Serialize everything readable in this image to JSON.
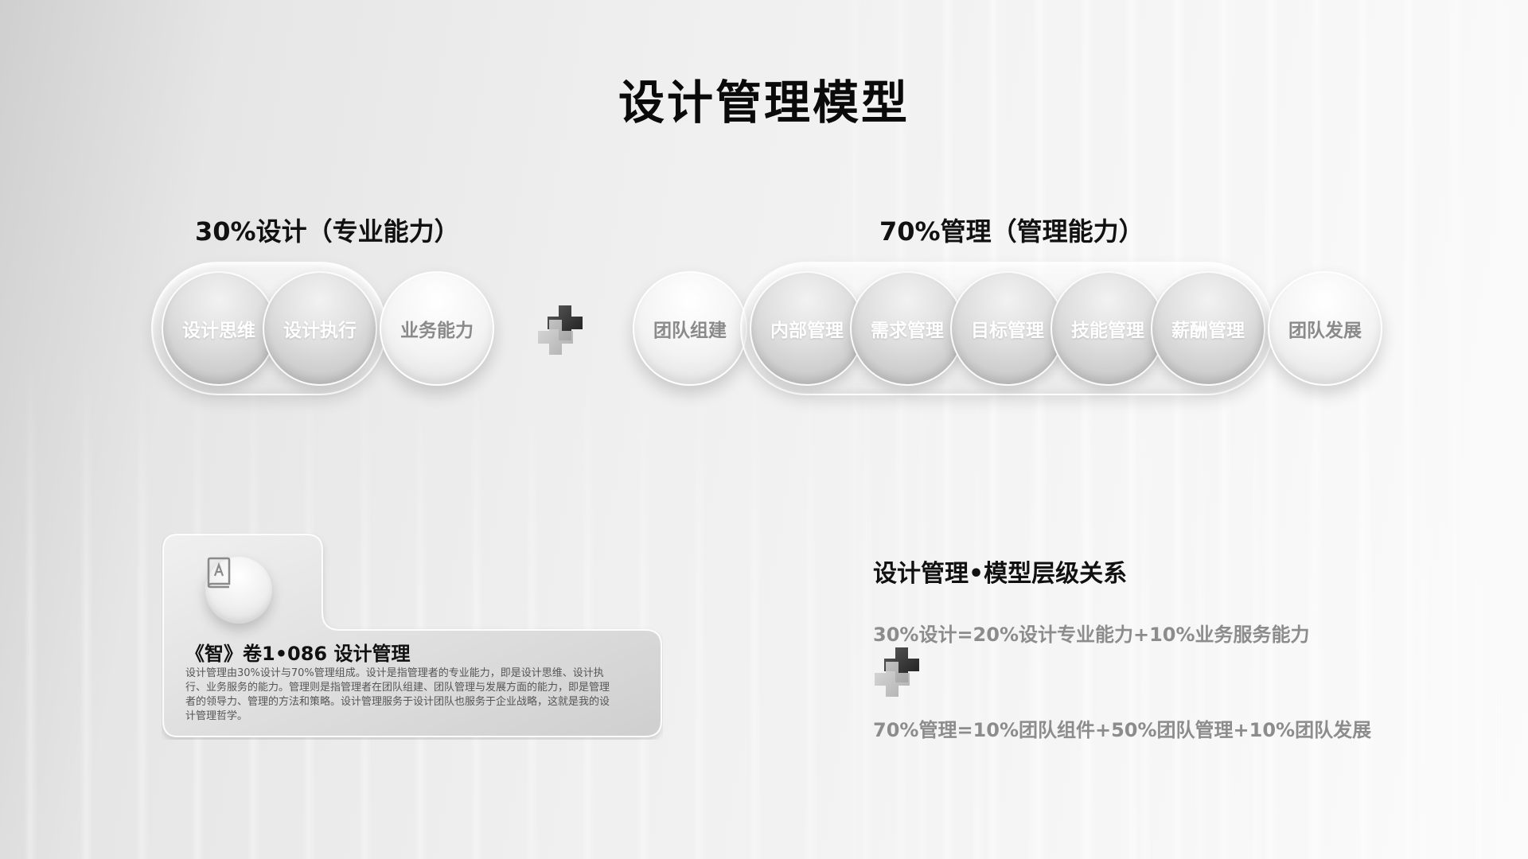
{
  "title": "设计管理模型",
  "design": {
    "title": "30%设计（专业能力）",
    "items": [
      "设计思维",
      "设计执行",
      "业务能力"
    ]
  },
  "manage": {
    "title": "70%管理（管理能力）",
    "items": [
      "团队组建",
      "内部管理",
      "需求管理",
      "目标管理",
      "技能管理",
      "薪酬管理",
      "团队发展"
    ]
  },
  "card": {
    "title": "《智》卷1•086 设计管理",
    "body": "设计管理由30%设计与70%管理组成。设计是指管理者的专业能力，即是设计思维、设计执行、业务服务的能力。管理则是指管理者在团队组建、团队管理与发展方面的能力，即是管理者的领导力、管理的方法和策略。设计管理服务于设计团队也服务于企业战略，这就是我的设计管理哲学。"
  },
  "relation": {
    "title": "设计管理•模型层级关系",
    "formula_design": "30%设计=20%设计专业能力+10%业务服务能力",
    "formula_manage": "70%管理=10%团队组件+50%团队管理+10%团队发展"
  },
  "icons": {
    "plus": "plus-icon",
    "book": "book-icon"
  }
}
